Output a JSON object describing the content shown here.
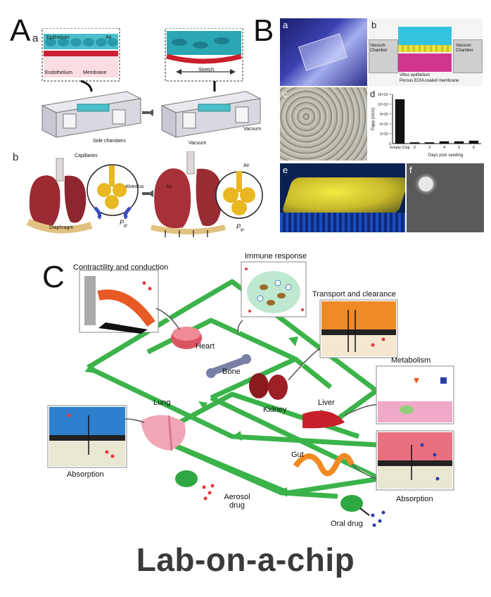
{
  "panel_A": {
    "letter": "A",
    "sub_a": "a",
    "sub_b": "b",
    "chip_labels": {
      "epithelium": "Epithelium",
      "air": "Air",
      "endothelium": "Endothelium",
      "membrane": "Membrane",
      "stretch": "Stretch",
      "side_chambers": "Side chambers",
      "vacuum_1": "Vacuum",
      "vacuum_2": "Vacuum"
    },
    "lung_labels": {
      "capillaries": "Capillaries",
      "alveolus": "Alveolus",
      "air_1": "Air",
      "air_2": "Air",
      "diaphragm": "Diaphragm",
      "pip_1": "P",
      "pip_2": "P",
      "pip_sub": "ip"
    }
  },
  "panel_B": {
    "letter": "B",
    "sub_a": "a",
    "sub_b": "b",
    "sub_c": "c",
    "sub_d": "d",
    "sub_e": "e",
    "sub_f": "f",
    "chip_labels": {
      "vacuum_chamber_1": "Vacuum Chamber",
      "vacuum_chamber_2": "Vacuum Chamber",
      "villus": "Villus epithelium",
      "porous": "Porous ECM-coated membrane"
    },
    "chart_data": {
      "type": "bar",
      "ylabel": "Papp (cm/s)",
      "xlabel": "Days post seeding",
      "categories": [
        "Empty Chip",
        "2",
        "3",
        "4",
        "5",
        "6"
      ],
      "y_ticks": [
        "0",
        "3×10⁻⁸",
        "6×10⁻⁸",
        "9×10⁻⁸",
        "12×10⁻⁸",
        "15×10⁻⁸"
      ],
      "values": [
        13.5,
        0.4,
        0.4,
        0.7,
        0.7,
        0.9
      ],
      "ylim": [
        0,
        15
      ],
      "bar_color": "#111111"
    }
  },
  "panel_C": {
    "letter": "C",
    "boxes": {
      "contractility": "Contractility and conduction",
      "immune": "Immune response",
      "transport": "Transport and clearance",
      "metabolism": "Metabolism",
      "absorption_left": "Absorption",
      "absorption_right": "Absorption"
    },
    "organs": {
      "heart": "Heart",
      "bone": "Bone",
      "kidney": "Kidney",
      "liver": "Liver",
      "lung": "Lung",
      "gut": "Gut"
    },
    "drugs": {
      "aerosol": "Aerosol drug",
      "oral": "Oral drug"
    }
  },
  "footer": {
    "title": "Lab-on-a-chip"
  },
  "colors": {
    "circuit_green": "#3bb34a",
    "organ_red": "#c8202a",
    "lung_pink": "#f1a6b5",
    "tissue_blue": "#2f7fcf",
    "tissue_orange": "#f08a24",
    "tissue_pink": "#e9707e"
  }
}
